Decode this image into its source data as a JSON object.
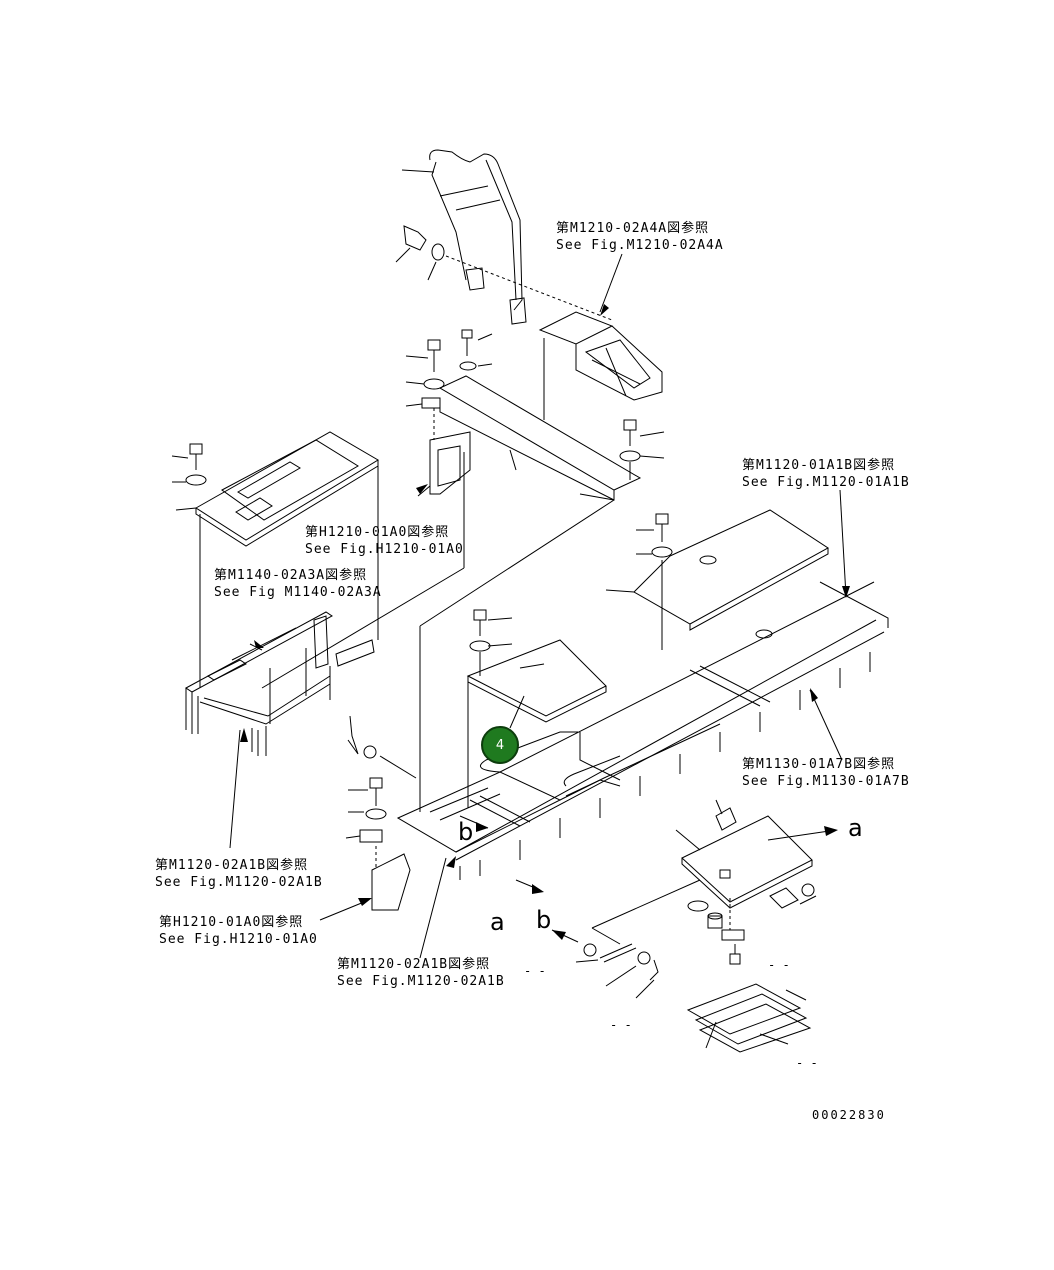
{
  "refs": {
    "r1": {
      "jp": "第M1210-02A4A図参照",
      "en": "See Fig.M1210-02A4A"
    },
    "r2": {
      "jp": "第M1120-01A1B図参照",
      "en": "See Fig.M1120-01A1B"
    },
    "r3": {
      "jp": "第H1210-01A0図参照",
      "en": "See Fig.H1210-01A0"
    },
    "r4": {
      "jp": "第M1140-02A3A図参照",
      "en": "See Fig M1140-02A3A"
    },
    "r5": {
      "jp": "第M1130-01A7B図参照",
      "en": "See Fig.M1130-01A7B"
    },
    "r6": {
      "jp": "第M1120-02A1B図参照",
      "en": "See Fig.M1120-02A1B"
    },
    "r7": {
      "jp": "第H1210-01A0図参照",
      "en": "See Fig.H1210-01A0"
    },
    "r8": {
      "jp": "第M1120-02A1B図参照",
      "en": "See Fig.M1120-02A1B"
    }
  },
  "section_letters": {
    "a_right": "a",
    "a_left": "a",
    "b_left": "b",
    "b_mid": "b"
  },
  "callout": {
    "label": "4",
    "color": "#1f7a1f"
  },
  "drawing_number": "00022830",
  "dashes": "- -"
}
